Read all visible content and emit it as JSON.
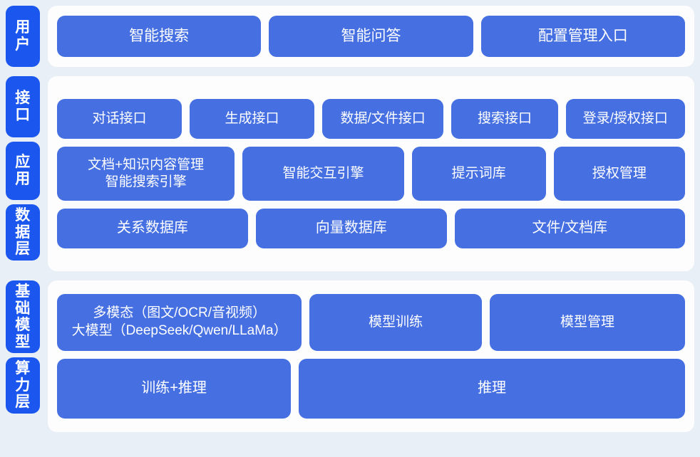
{
  "colors": {
    "page_background": "#e9eff7",
    "panel_background": "#fdfdfe",
    "tab_blue": "#1b57ef",
    "box_blue": "#4670e2",
    "box_text": "#ffffff"
  },
  "bands": [
    {
      "id": "user",
      "tabs": [
        {
          "id": "user",
          "label": "用户",
          "chars": [
            "用",
            "户"
          ]
        }
      ],
      "rows": [
        {
          "id": "user-entries",
          "boxes": [
            {
              "id": "smart-search",
              "label": "智能搜索",
              "flex": 1
            },
            {
              "id": "smart-qa",
              "label": "智能问答",
              "flex": 1
            },
            {
              "id": "config-management-entry",
              "label": "配置管理入口",
              "flex": 1
            }
          ]
        }
      ]
    },
    {
      "id": "middle",
      "tabs": [
        {
          "id": "interface",
          "label": "接口",
          "chars": [
            "接",
            "口"
          ]
        },
        {
          "id": "application",
          "label": "应用",
          "chars": [
            "应",
            "用"
          ]
        },
        {
          "id": "data-layer",
          "label": "数据层",
          "chars": [
            "数",
            "据",
            "层"
          ]
        }
      ],
      "rows": [
        {
          "id": "interface",
          "boxes": [
            {
              "id": "dialog-interface",
              "label": "对话接口",
              "flex": 1.05
            },
            {
              "id": "generation-interface",
              "label": "生成接口",
              "flex": 1.05
            },
            {
              "id": "data-file-interface",
              "label": "数据/文件接口",
              "flex": 1.02
            },
            {
              "id": "search-interface",
              "label": "搜索接口",
              "flex": 0.88
            },
            {
              "id": "login-auth-interface",
              "label": "登录/授权接口",
              "flex": 1.0
            }
          ]
        },
        {
          "id": "application",
          "boxes": [
            {
              "id": "doc-knowledge-management",
              "label": "文档+知识内容管理\n智能搜索引擎",
              "flex": 1.22
            },
            {
              "id": "smart-interaction-engine",
              "label": "智能交互引擎",
              "flex": 1.1
            },
            {
              "id": "prompt-library",
              "label": "提示词库",
              "flex": 0.9
            },
            {
              "id": "authorization-management",
              "label": "授权管理",
              "flex": 0.88
            }
          ]
        },
        {
          "id": "dataset",
          "boxes": [
            {
              "id": "relational-database",
              "label": "关系数据库",
              "flex": 1
            },
            {
              "id": "vector-database",
              "label": "向量数据库",
              "flex": 1
            },
            {
              "id": "file-document-store",
              "label": "文件/文档库",
              "flex": 1.22
            }
          ]
        }
      ]
    },
    {
      "id": "foundation",
      "tabs": [
        {
          "id": "foundation-model",
          "label": "基础模型",
          "chars": [
            "基",
            "础",
            "模",
            "型"
          ]
        },
        {
          "id": "compute-layer",
          "label": "算力层",
          "chars": [
            "算",
            "力",
            "层"
          ]
        }
      ],
      "rows": [
        {
          "id": "models",
          "boxes": [
            {
              "id": "multimodal-llm",
              "label": "多模态（图文/OCR/音视频）\n大模型（DeepSeek/Qwen/LLaMa）",
              "flex": 1.42,
              "variant": "multimodal"
            },
            {
              "id": "model-training",
              "label": "模型训练",
              "flex": 0.98
            },
            {
              "id": "model-management",
              "label": "模型管理",
              "flex": 1.12
            }
          ]
        },
        {
          "id": "compute",
          "boxes": [
            {
              "id": "training-inference",
              "label": "训练+推理",
              "flex": 0.92
            },
            {
              "id": "inference",
              "label": "推理",
              "flex": 1.55
            }
          ]
        }
      ]
    }
  ]
}
